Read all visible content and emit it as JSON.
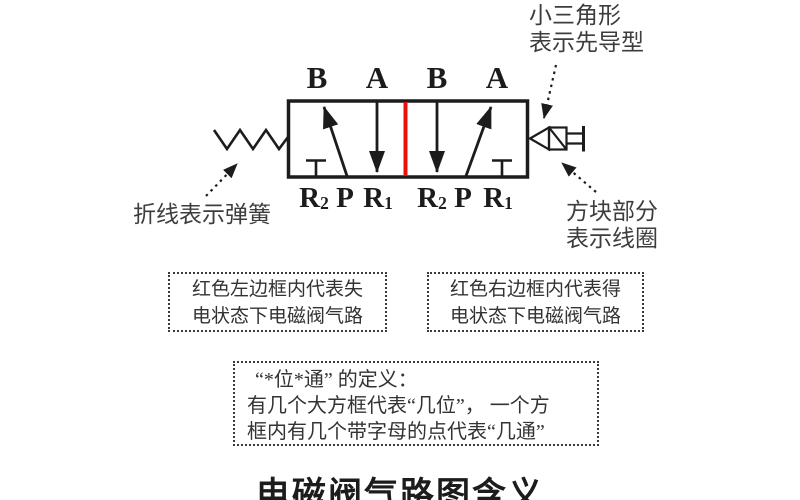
{
  "colors": {
    "ink": "#1c1c1c",
    "red_divider": "#e8120c"
  },
  "valve": {
    "top_ports": [
      "B",
      "A",
      "B",
      "A"
    ],
    "bottom_ports": [
      {
        "main": "R",
        "sub": "2"
      },
      {
        "main": "P",
        "sub": ""
      },
      {
        "main": "R",
        "sub": "1"
      },
      {
        "main": "R",
        "sub": "2"
      },
      {
        "main": "P",
        "sub": ""
      },
      {
        "main": "R",
        "sub": "1"
      }
    ],
    "icons": [
      "spring-icon",
      "pilot-triangle-icon",
      "coil-block-icon",
      "red-divider-line",
      "flow-arrows",
      "blocked-port-symbols"
    ]
  },
  "callouts": {
    "spring": "折线表示弹簧",
    "pilot": [
      "小三角形",
      "表示先导型"
    ],
    "coil": [
      "方块部分",
      "表示线圈"
    ]
  },
  "notes": {
    "left": [
      "红色左边框内代表失",
      "电状态下电磁阀气路"
    ],
    "right": [
      "红色右边框内代表得",
      "电状态下电磁阀气路"
    ],
    "definition": [
      "“*位*通” 的定义：",
      "有几个大方框代表“几位”， 一个方",
      "框内有几个带字母的点代表“几通”"
    ]
  },
  "title": "电磁阀气路图含义"
}
